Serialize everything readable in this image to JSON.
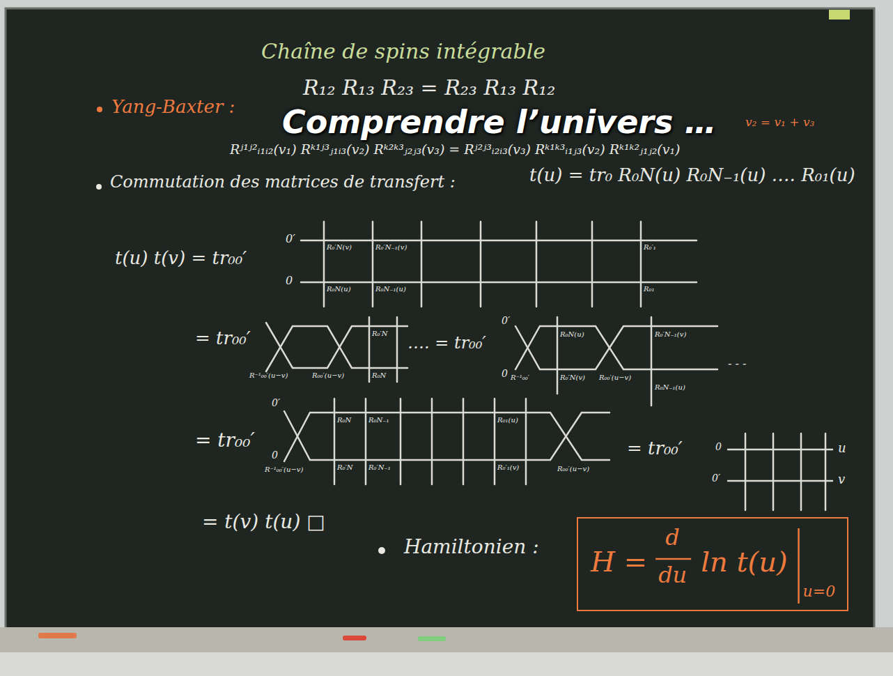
{
  "diagram": {
    "title": "Chaîne de spins intégrable",
    "nodes": [
      {
        "text": [
          "H =",
          "d",
          "du",
          "ln t(u)",
          "u=0"
        ]
      }
    ],
    "labels": [
      "Yang-Baxter :",
      "R₁₂ R₁₃ R₂₃ = R₂₃ R₁₃ R₁₂",
      "Rʲ¹ʲ²ᵢ₁ᵢ₂(v₁) Rᵏ¹ʲ³ⱼ₁ᵢ₃(v₂) Rᵏ²ᵏ³ⱼ₂ⱼ₃(v₃) = Rʲ²ʲ³ᵢ₂ᵢ₃(v₃) Rᵏ¹ᵏ³ᵢ₁ⱼ₃(v₂) Rᵏ¹ᵏ²ⱼ₁ⱼ₂(v₁)",
      "v₂ = v₁ + v₃",
      "Comprendre l’univers …",
      "Commutation des matrices de transfert :",
      "t(u) = tr₀ R₀N(u) R₀N₋₁(u) …. R₀₁(u)",
      "t(u) t(v) = tr₀₀′",
      "0′",
      "0",
      "R₀′N(v)",
      "R₀′N₋₁(v)",
      "R₀′₁",
      "R₀N(u)",
      "R₀N₋₁(u)",
      "R₀₁",
      "= tr₀₀′",
      "R⁻¹₀₀′(u−v)",
      "R₀₀′(u−v)",
      "R₀′N",
      "R₀N",
      "…. = tr₀₀′",
      "0′",
      "0",
      "R⁻¹₀₀′",
      "R₀N(u)",
      "R₀₀′(u−v)",
      "R₀′N₋₁(v)",
      "R₀′N(v)",
      "R₀N₋₁(u)",
      "- - -",
      "= tr₀₀′",
      "0′",
      "0",
      "R⁻¹₀₀′(u−v)",
      "R₀N",
      "R₀N₋₁",
      "R₀′N",
      "R₀′N₋₁",
      "R₀₁(u)",
      "R₀₀′(u−v)",
      "R₀′₁(v)",
      "= tr₀₀′",
      "0",
      "0′",
      "u",
      "v",
      "= t(v) t(u) □",
      "Hamiltonien :"
    ]
  }
}
